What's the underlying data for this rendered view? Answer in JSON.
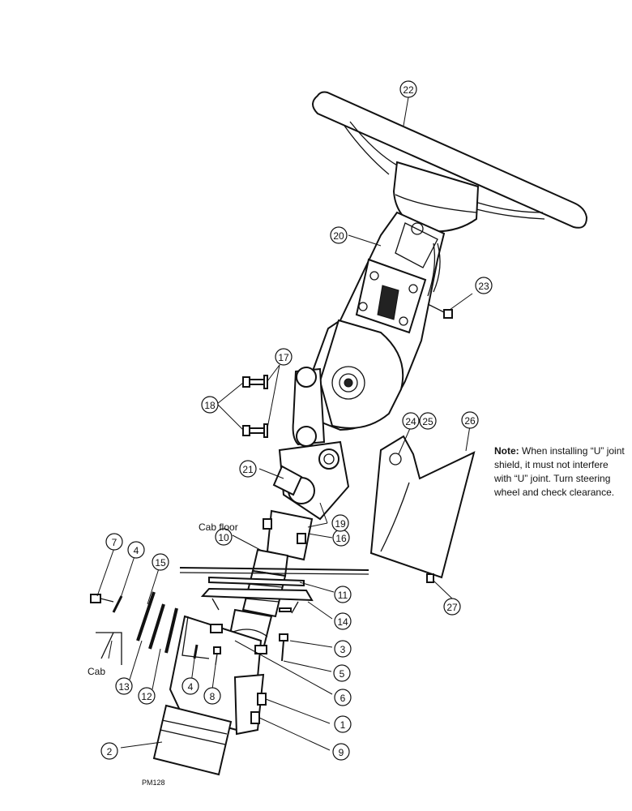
{
  "callouts": [
    {
      "id": "c1",
      "label": "1"
    },
    {
      "id": "c2",
      "label": "2"
    },
    {
      "id": "c3",
      "label": "3"
    },
    {
      "id": "c4a",
      "label": "4"
    },
    {
      "id": "c4b",
      "label": "4"
    },
    {
      "id": "c5",
      "label": "5"
    },
    {
      "id": "c6",
      "label": "6"
    },
    {
      "id": "c7",
      "label": "7"
    },
    {
      "id": "c8",
      "label": "8"
    },
    {
      "id": "c9",
      "label": "9"
    },
    {
      "id": "c10",
      "label": "10"
    },
    {
      "id": "c11",
      "label": "11"
    },
    {
      "id": "c12",
      "label": "12"
    },
    {
      "id": "c13",
      "label": "13"
    },
    {
      "id": "c14",
      "label": "14"
    },
    {
      "id": "c15",
      "label": "15"
    },
    {
      "id": "c16",
      "label": "16"
    },
    {
      "id": "c17",
      "label": "17"
    },
    {
      "id": "c18",
      "label": "18"
    },
    {
      "id": "c19",
      "label": "19"
    },
    {
      "id": "c20",
      "label": "20"
    },
    {
      "id": "c21",
      "label": "21"
    },
    {
      "id": "c22",
      "label": "22"
    },
    {
      "id": "c23",
      "label": "23"
    },
    {
      "id": "c24",
      "label": "24"
    },
    {
      "id": "c25",
      "label": "25"
    },
    {
      "id": "c26",
      "label": "26"
    },
    {
      "id": "c27",
      "label": "27"
    }
  ],
  "labels": {
    "cab_floor": "Cab floor",
    "cab": "Cab",
    "figure_code": "PM128"
  },
  "note": {
    "title": "Note:",
    "text": "When installing “U” joint shield, it must not interfere with “U” joint. Turn steering wheel and check clearance."
  }
}
